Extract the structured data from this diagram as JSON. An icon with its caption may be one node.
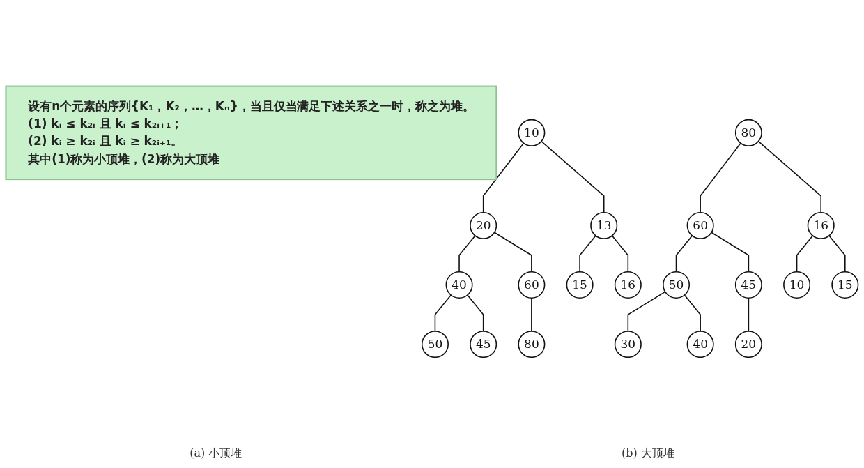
{
  "diagram": {
    "nodes": [
      {
        "text": [
          "设有n个元素的序列{K₁，K₂，…，Kₙ}，当且仅当满足下述关系之一时，称之为堆。",
          "(1) kᵢ ≤ k₂ᵢ 且 kᵢ ≤ k₂ᵢ₊₁；",
          "(2) kᵢ ≥ k₂ᵢ 且 kᵢ ≥ k₂ᵢ₊₁。",
          "其中(1)称为小顶堆，(2)称为大顶堆"
        ]
      },
      {
        "text": [
          "10"
        ]
      },
      {
        "text": [
          "20"
        ]
      },
      {
        "text": [
          "13"
        ]
      },
      {
        "text": [
          "40"
        ]
      },
      {
        "text": [
          "60"
        ]
      },
      {
        "text": [
          "15"
        ]
      },
      {
        "text": [
          "16"
        ]
      },
      {
        "text": [
          "50"
        ]
      },
      {
        "text": [
          "45"
        ]
      },
      {
        "text": [
          "80"
        ]
      },
      {
        "text": [
          "80"
        ]
      },
      {
        "text": [
          "60"
        ]
      },
      {
        "text": [
          "16"
        ]
      },
      {
        "text": [
          "50"
        ]
      },
      {
        "text": [
          "45"
        ]
      },
      {
        "text": [
          "10"
        ]
      },
      {
        "text": [
          "15"
        ]
      },
      {
        "text": [
          "30"
        ]
      },
      {
        "text": [
          "40"
        ]
      },
      {
        "text": [
          "20"
        ]
      }
    ],
    "edges": [
      {
        "from": 1,
        "to": 2,
        "arrow": "none"
      },
      {
        "from": 1,
        "to": 3,
        "arrow": "none"
      },
      {
        "from": 2,
        "to": 4,
        "arrow": "none"
      },
      {
        "from": 2,
        "to": 5,
        "arrow": "none"
      },
      {
        "from": 3,
        "to": 6,
        "arrow": "none"
      },
      {
        "from": 3,
        "to": 7,
        "arrow": "none"
      },
      {
        "from": 4,
        "to": 8,
        "arrow": "none"
      },
      {
        "from": 4,
        "to": 9,
        "arrow": "none"
      },
      {
        "from": 5,
        "to": 10,
        "arrow": "none"
      },
      {
        "from": 11,
        "to": 12,
        "arrow": "none"
      },
      {
        "from": 11,
        "to": 13,
        "arrow": "none"
      },
      {
        "from": 12,
        "to": 14,
        "arrow": "none"
      },
      {
        "from": 12,
        "to": 15,
        "arrow": "none"
      },
      {
        "from": 13,
        "to": 16,
        "arrow": "none"
      },
      {
        "from": 13,
        "to": 17,
        "arrow": "none"
      },
      {
        "from": 14,
        "to": 18,
        "arrow": "none"
      },
      {
        "from": 14,
        "to": 19,
        "arrow": "none"
      },
      {
        "from": 15,
        "to": 20,
        "arrow": "none"
      }
    ],
    "labels": [
      "(a) 小顶堆",
      "(b) 大顶堆"
    ]
  }
}
